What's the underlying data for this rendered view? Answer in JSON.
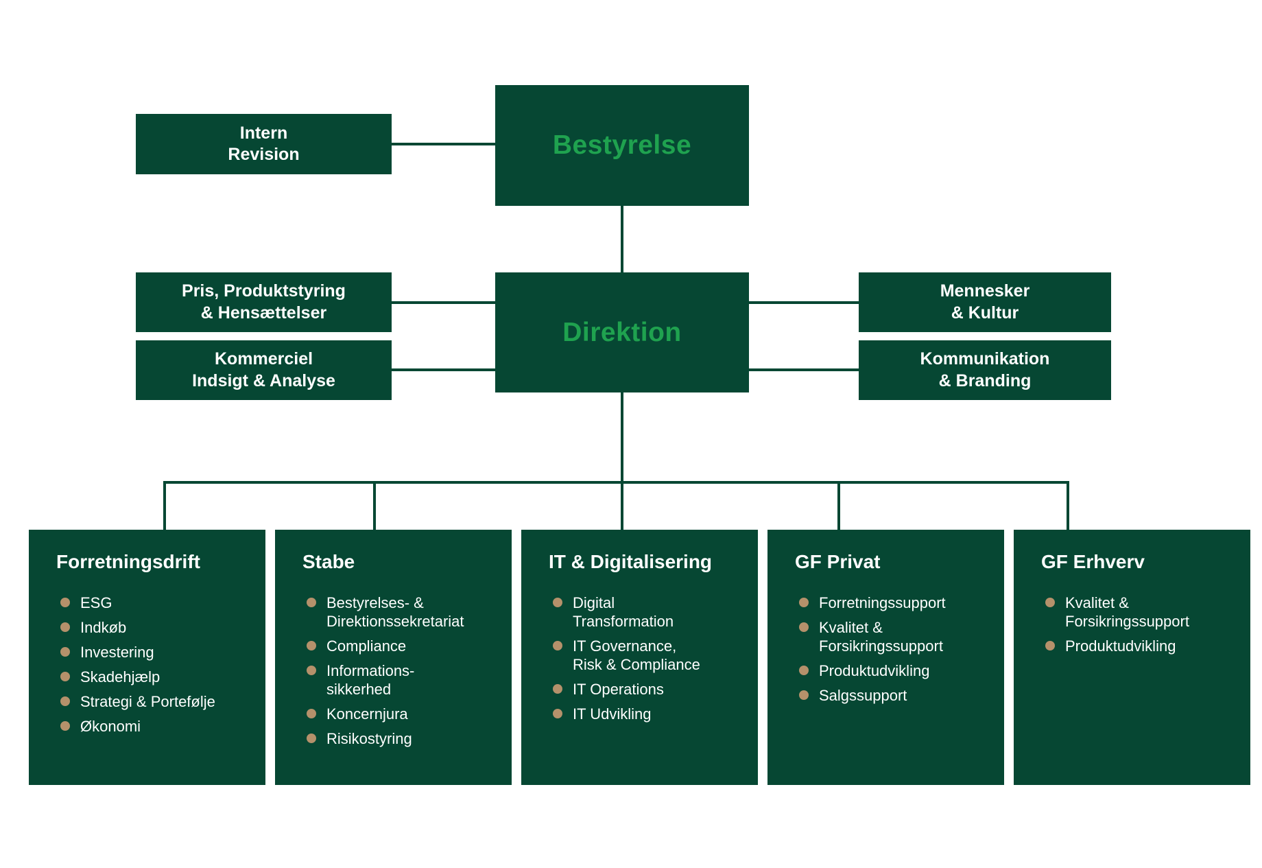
{
  "colors": {
    "box_green": "#064733",
    "line_green": "#064733",
    "accent_green": "#1FA24F",
    "bullet_tan": "#B5916B",
    "background": "#FFFFFF",
    "text_white": "#FFFFFF"
  },
  "boxes": {
    "intern_revision": {
      "line1": "Intern",
      "line2": "Revision"
    },
    "bestyrelse": {
      "label": "Bestyrelse"
    },
    "direktion": {
      "label": "Direktion"
    },
    "pris_produktstyring": {
      "line1": "Pris, Produktstyring",
      "line2": "& Hensættelser"
    },
    "kommerciel": {
      "line1": "Kommerciel",
      "line2": "Indsigt & Analyse"
    },
    "mennesker": {
      "line1": "Mennesker",
      "line2": "& Kultur"
    },
    "kommunikation": {
      "line1": "Kommunikation",
      "line2": "& Branding"
    }
  },
  "departments": [
    {
      "title": "Forretningsdrift",
      "items": [
        "ESG",
        "Indkøb",
        "Investering",
        "Skadehjælp",
        "Strategi & Portefølje",
        "Økonomi"
      ]
    },
    {
      "title": "Stabe",
      "items": [
        "Bestyrelses- &\nDirektionssekretariat",
        "Compliance",
        "Informations-\nsikkerhed",
        "Koncernjura",
        "Risikostyring"
      ]
    },
    {
      "title": "IT & Digitalisering",
      "items": [
        "Digital\nTransformation",
        "IT Governance,\nRisk & Compliance",
        "IT Operations",
        "IT Udvikling"
      ]
    },
    {
      "title": "GF Privat",
      "items": [
        "Forretningssupport",
        "Kvalitet &\nForsikringssupport",
        "Produktudvikling",
        "Salgssupport"
      ]
    },
    {
      "title": "GF Erhverv",
      "items": [
        "Kvalitet &\nForsikringssupport",
        "Produktudvikling"
      ]
    }
  ]
}
